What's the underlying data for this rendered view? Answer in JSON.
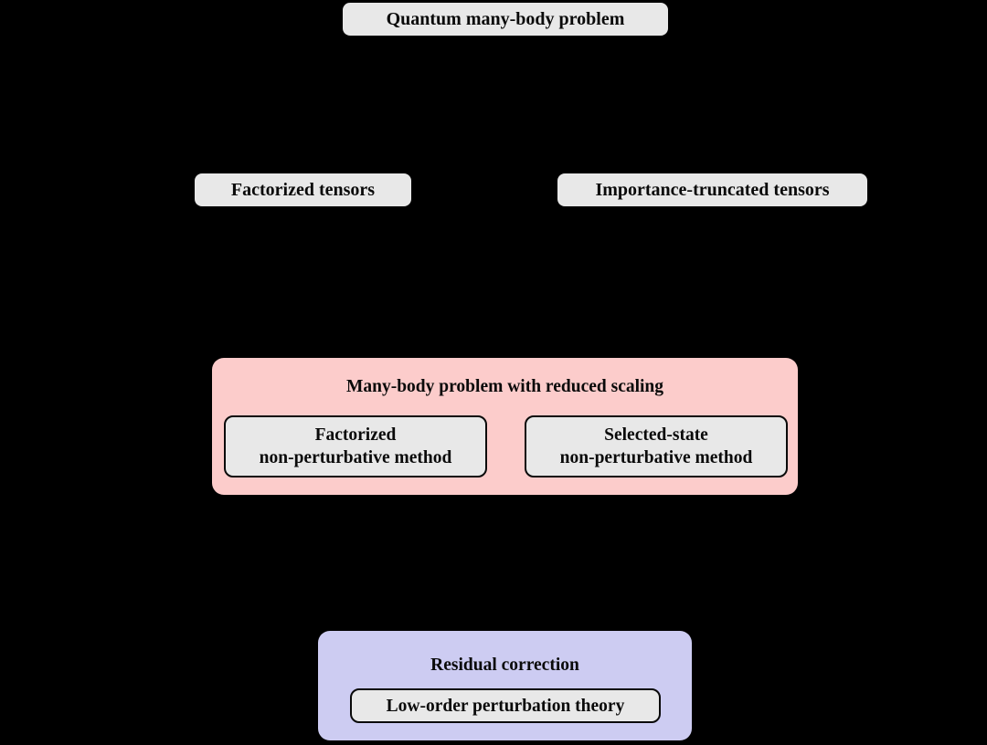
{
  "diagram": {
    "background_color": "#000000",
    "nodes": {
      "quantum": {
        "label": "Quantum many-body problem",
        "fill": "#e8e8e8"
      },
      "factorized_tensors": {
        "label": "Factorized tensors",
        "fill": "#e8e8e8"
      },
      "importance_truncated_tensors": {
        "label": "Importance-truncated tensors",
        "fill": "#e8e8e8"
      },
      "reduced_scaling": {
        "title": "Many-body problem with reduced scaling",
        "fill": "#fccccb",
        "children": [
          {
            "line1": "Factorized",
            "line2": "non-perturbative method",
            "fill": "#e8e8e8",
            "border": "#0a0a0a"
          },
          {
            "line1": "Selected-state",
            "line2": "non-perturbative method",
            "fill": "#e8e8e8",
            "border": "#0a0a0a"
          }
        ]
      },
      "residual_correction": {
        "title": "Residual correction",
        "fill": "#cdccf2",
        "child": {
          "label": "Low-order perturbation theory",
          "fill": "#e8e8e8",
          "border": "#0a0a0a"
        }
      }
    },
    "text_color": "#0a0a0a"
  }
}
